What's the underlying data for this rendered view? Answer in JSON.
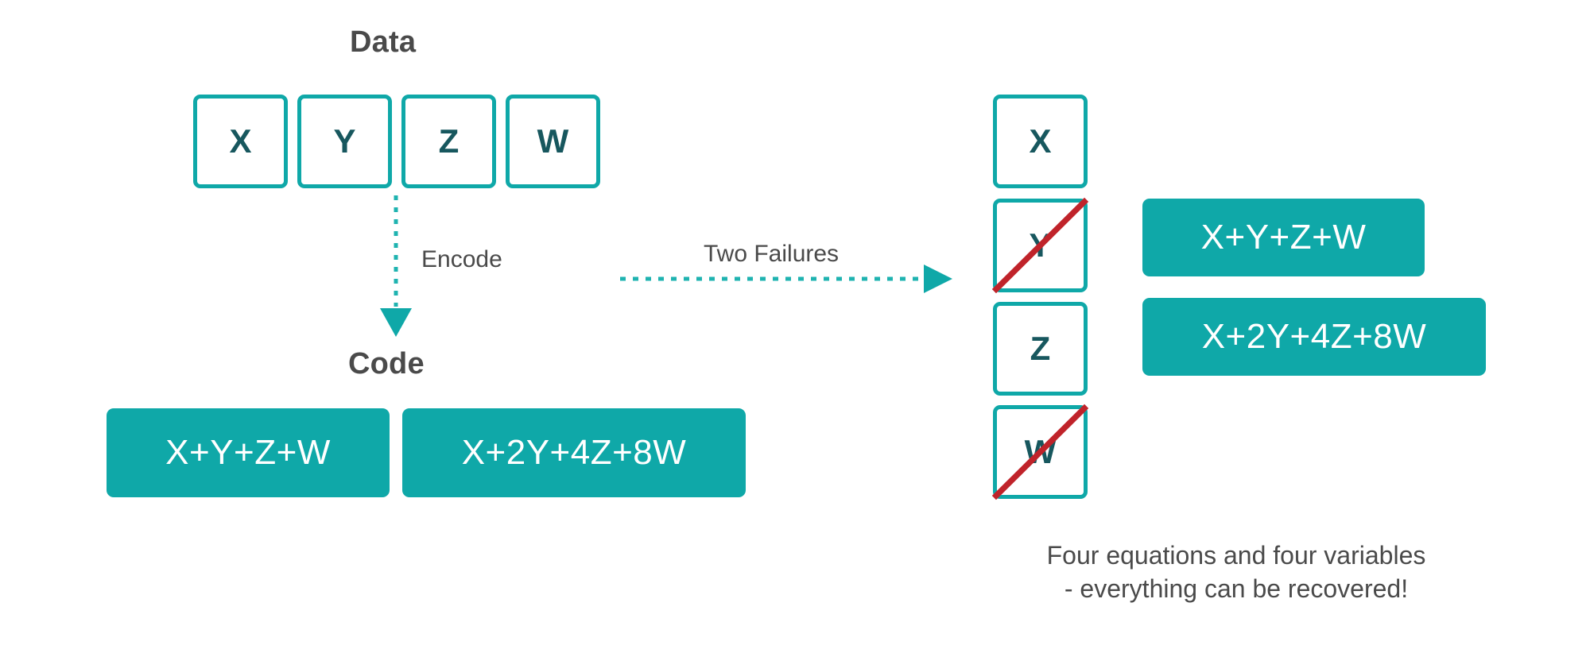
{
  "diagram": {
    "title_left": "Data",
    "title_code": "Code",
    "data_cells": [
      {
        "label": "X",
        "failed": false
      },
      {
        "label": "Y",
        "failed": false
      },
      {
        "label": "Z",
        "failed": false
      },
      {
        "label": "W",
        "failed": false
      }
    ],
    "code_blocks": [
      {
        "label": "X+Y+Z+W"
      },
      {
        "label": "X+2Y+4Z+8W"
      }
    ],
    "arrows": {
      "encode": {
        "label": "Encode",
        "direction": "down",
        "style": "dotted"
      },
      "failures": {
        "label": "Two Failures",
        "direction": "right",
        "style": "dotted"
      }
    },
    "recovered_cells": [
      {
        "label": "X",
        "failed": false
      },
      {
        "label": "Y",
        "failed": true
      },
      {
        "label": "Z",
        "failed": false
      },
      {
        "label": "W",
        "failed": true
      }
    ],
    "recovered_code_blocks": [
      {
        "label": "X+Y+Z+W"
      },
      {
        "label": "X+2Y+4Z+8W"
      }
    ],
    "caption_line_1": "Four equations and four variables",
    "caption_line_2": "- everything can be recovered!"
  },
  "colors": {
    "teal": "#0fa8a8",
    "teal_dark_text": "#17575e",
    "red_strike": "#c0232a",
    "heading_gray": "#4a4a4a",
    "background": "#ffffff"
  }
}
